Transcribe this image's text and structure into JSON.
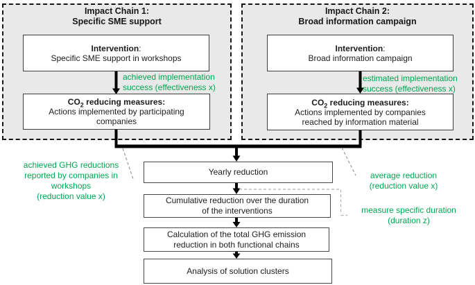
{
  "colors": {
    "green": "#00a651",
    "panel_bg": "#e9e9e9",
    "line_black": "#000000",
    "dashed_gray": "#9a9a9a"
  },
  "chains": [
    {
      "title": [
        "Impact Chain 1:",
        "Specific SME support"
      ],
      "intervention_heading": "Intervention",
      "intervention_colon": ":",
      "intervention_body": "Specific SME support in workshops",
      "arrow_label": [
        "achieved implementation",
        "success (effectiveness x)"
      ],
      "co2_heading_base": "CO",
      "co2_heading_sub": "2",
      "co2_heading_rest": " reducing measures:",
      "co2_body": [
        "Actions implemented by participating",
        "companies"
      ]
    },
    {
      "title": [
        "Impact Chain 2:",
        "Broad information campaign"
      ],
      "intervention_heading": "Intervention",
      "intervention_colon": ":",
      "intervention_body": "Broad information campaign",
      "arrow_label": [
        "estimated implementation",
        "success (effectiveness x)"
      ],
      "co2_heading_base": "CO",
      "co2_heading_sub": "2",
      "co2_heading_rest": " reducing measures:",
      "co2_body": [
        "Actions implemented by companies",
        "reached by information material"
      ]
    }
  ],
  "annotations": {
    "left_chain_output": [
      "achieved GHG reductions",
      "reported by companies in",
      "workshops",
      "(reduction value x)"
    ],
    "right_chain_output": [
      "average reduction",
      "(reduction value x)"
    ],
    "duration": [
      "measure specific duration",
      "(duration z)"
    ]
  },
  "flow_steps": [
    {
      "lines": [
        "Yearly reduction"
      ]
    },
    {
      "lines": [
        "Cumulative reduction over the duration",
        "of the interventions"
      ]
    },
    {
      "lines": [
        "Calculation of the total GHG emission",
        "reduction in both functional chains"
      ]
    },
    {
      "lines": [
        "Analysis of solution clusters"
      ]
    }
  ]
}
